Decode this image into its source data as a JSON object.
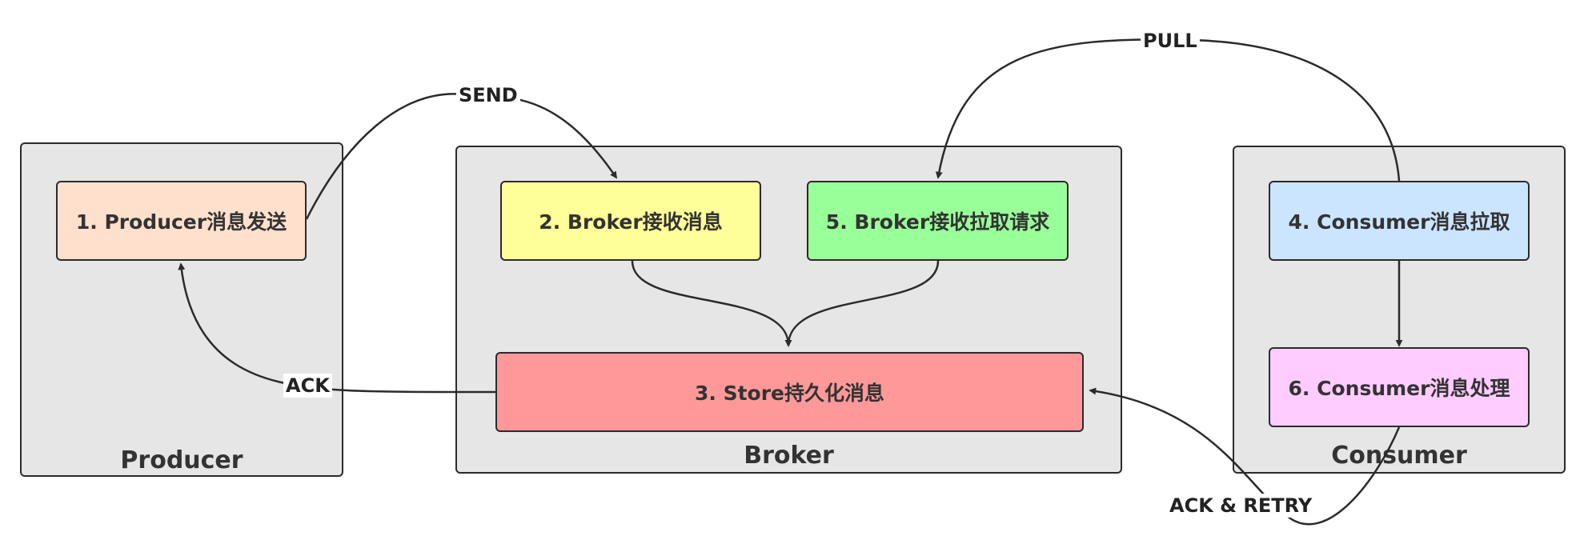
{
  "groups": {
    "producer": "Producer",
    "broker": "Broker",
    "consumer": "Consumer"
  },
  "nodes": {
    "producer_send": {
      "label": "1. Producer消息发送",
      "color": "#ffe0cc"
    },
    "broker_receive": {
      "label": "2. Broker接收消息",
      "color": "#ffff99"
    },
    "store_persist": {
      "label": "3. Store持久化消息",
      "color": "#ff9999"
    },
    "consumer_pull": {
      "label": "4. Consumer消息拉取",
      "color": "#cce5ff"
    },
    "broker_pull_request": {
      "label": "5. Broker接收拉取请求",
      "color": "#99ff99"
    },
    "consumer_process": {
      "label": "6. Consumer消息处理",
      "color": "#ffccff"
    }
  },
  "edges": {
    "send": "SEND",
    "pull": "PULL",
    "ack": "ACK",
    "ack_retry": "ACK & RETRY"
  }
}
